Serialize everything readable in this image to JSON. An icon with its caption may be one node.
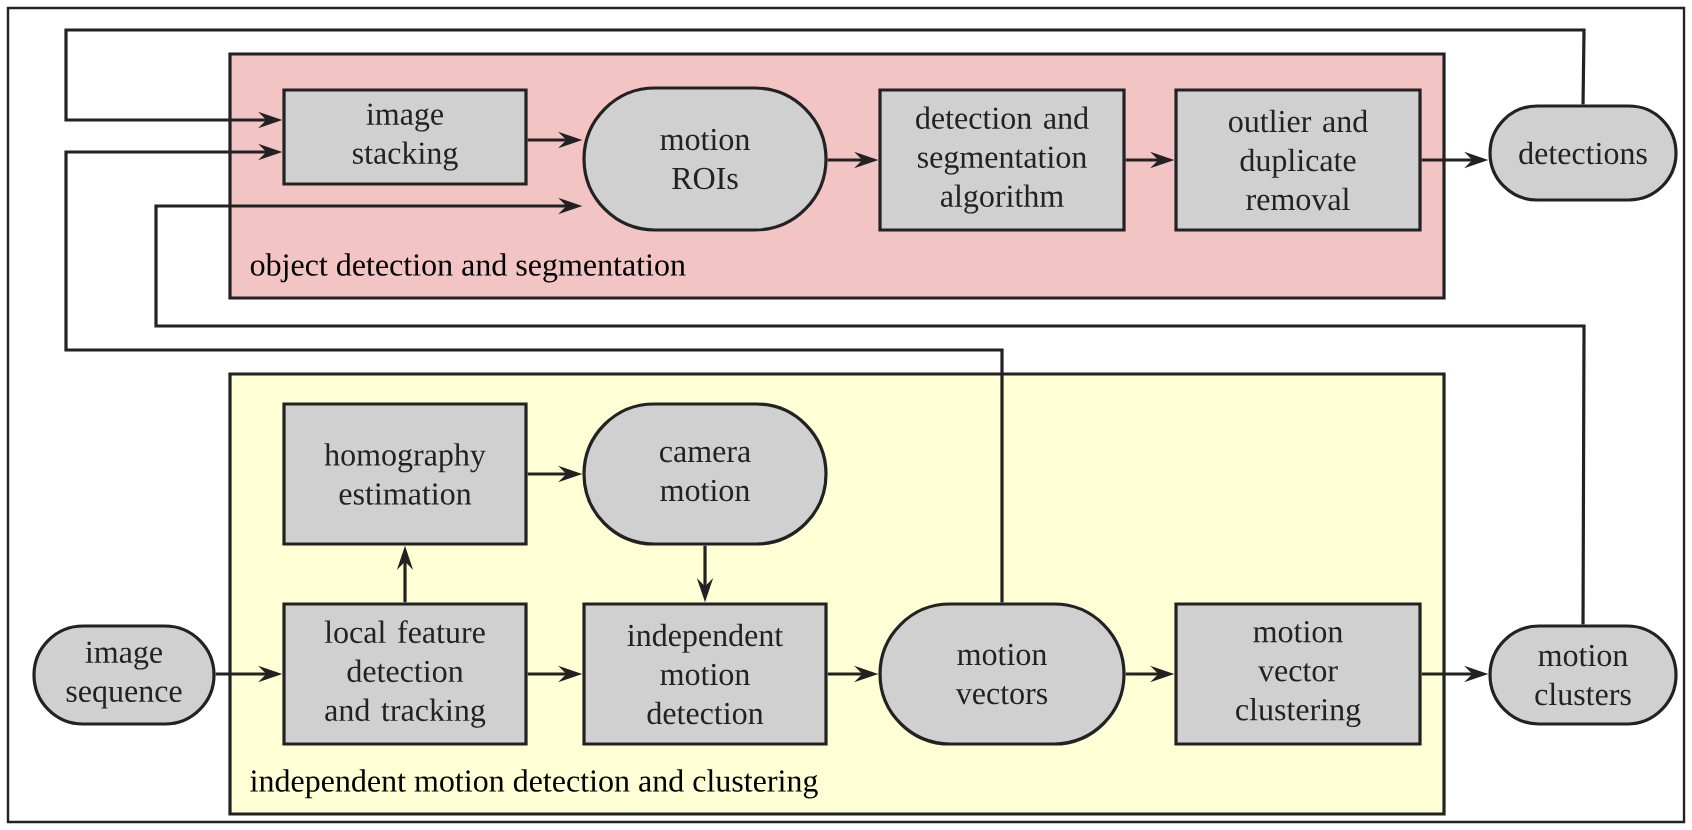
{
  "diagram": {
    "nodes": [
      {
        "text": [
          "object detection and segmentation"
        ]
      },
      {
        "text": [
          "image stacking"
        ],
        "in": 0
      },
      {
        "text": [
          "motion ROIs"
        ],
        "in": 0
      },
      {
        "text": [
          "detection and segmentation algorithm"
        ],
        "in": 0
      },
      {
        "text": [
          "outlier and duplicate removal"
        ],
        "in": 0
      },
      {
        "text": [
          "detections"
        ]
      },
      {
        "text": [
          "independent motion detection and clustering"
        ]
      },
      {
        "text": [
          "homography estimation"
        ],
        "in": 6
      },
      {
        "text": [
          "camera motion"
        ],
        "in": 6
      },
      {
        "text": [
          "image sequence"
        ]
      },
      {
        "text": [
          "local feature detection and tracking"
        ],
        "in": 6
      },
      {
        "text": [
          "independent motion detection"
        ],
        "in": 6
      },
      {
        "text": [
          "motion vectors"
        ],
        "in": 6
      },
      {
        "text": [
          "motion vector clustering"
        ],
        "in": 6
      },
      {
        "text": [
          "motion clusters"
        ]
      }
    ],
    "edges": [
      {
        "from": 1,
        "to": 2,
        "arrow": "to"
      },
      {
        "from": 2,
        "to": 3,
        "arrow": "to"
      },
      {
        "from": 3,
        "to": 4,
        "arrow": "to"
      },
      {
        "from": 4,
        "to": 5,
        "arrow": "to"
      },
      {
        "from": 5,
        "to": 1,
        "arrow": "to"
      },
      {
        "from": 12,
        "to": 1,
        "arrow": "to"
      },
      {
        "from": 14,
        "to": 2,
        "arrow": "to"
      },
      {
        "from": 9,
        "to": 10,
        "arrow": "to"
      },
      {
        "from": 10,
        "to": 7,
        "arrow": "to"
      },
      {
        "from": 7,
        "to": 8,
        "arrow": "to"
      },
      {
        "from": 8,
        "to": 11,
        "arrow": "to"
      },
      {
        "from": 10,
        "to": 11,
        "arrow": "to"
      },
      {
        "from": 11,
        "to": 12,
        "arrow": "to"
      },
      {
        "from": 12,
        "to": 13,
        "arrow": "to"
      },
      {
        "from": 13,
        "to": 14,
        "arrow": "to"
      }
    ]
  }
}
